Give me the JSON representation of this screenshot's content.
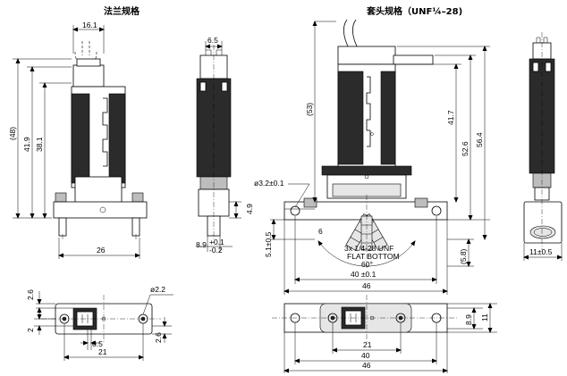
{
  "titles": {
    "flange": "法兰规格",
    "socket": "套头规格（UNF¼–28)"
  },
  "dims": {
    "d16_1": "16.1",
    "d48": "(48)",
    "d41_9": "41.9",
    "d38_1": "38.1",
    "d26": "26",
    "d6_5": "6.5",
    "d4_9": "4.9",
    "d8_9": "8.9",
    "d8_9_tol_plus": "+0.1",
    "d8_9_tol_minus": "-0.2",
    "d2_6_a": "2.6",
    "d2_2": "ø2.2",
    "d2": "2",
    "d0_5": "0.5",
    "d2_6_b": "2.6",
    "d21_a": "21",
    "d53": "(53)",
    "d41_7": "41.7",
    "d52_6": "52.6",
    "d56_4": "56.4",
    "d3_2": "ø3.2±0.1",
    "d5_1": "5.1±0.5",
    "d6": "6",
    "d5_8": "(5.8)",
    "thread_1": "3x 1/4-28 UNF",
    "thread_2": "FLAT BOTTOM",
    "angle": "60°",
    "d40_tol": "40 ±0.1",
    "d46_a": "46",
    "d11_tol": "11±0.5",
    "d21_b": "21",
    "d40": "40",
    "d46_b": "46",
    "d8_9_b": "8.9",
    "d11": "11"
  }
}
